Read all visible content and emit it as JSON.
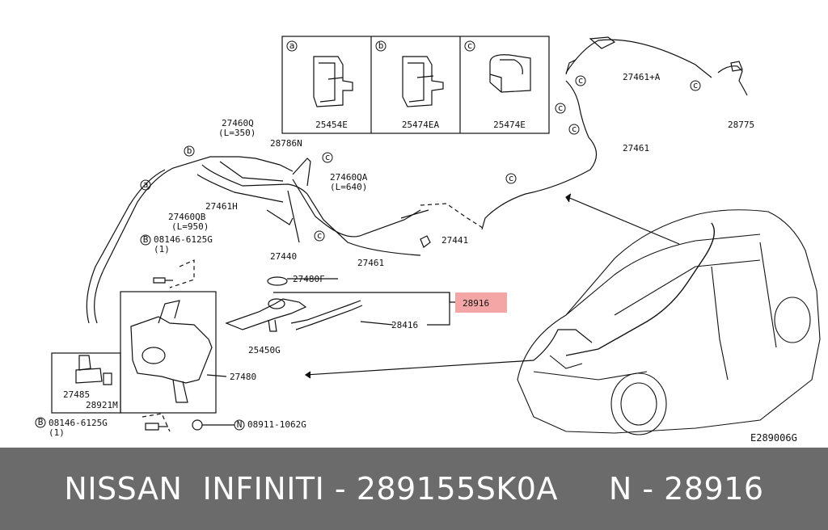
{
  "diagram_code": "E289006G",
  "footer_text": "NISSAN  INFINITI - 289155SK0A     N - 28916",
  "legend": [
    {
      "key": "a",
      "part": "25454E"
    },
    {
      "key": "b",
      "part": "25474EA"
    },
    {
      "key": "c",
      "part": "25474E"
    }
  ],
  "highlight": {
    "part": "28916",
    "color": "#f4a6a6"
  },
  "labels": {
    "p27461A": "27461+A",
    "p28775": "28775",
    "p27461_right": "27461",
    "p27460Q": "27460Q",
    "p27460Q_len": "(L=350)",
    "p28786N": "28786N",
    "p27460QA": "27460QA",
    "p27460QA_len": "(L=640)",
    "p27461H": "27461H",
    "p27460QB": "27460QB",
    "p27460QB_len": "(L=950)",
    "p08146_top": "08146-6125G",
    "p08146_top_qty": "(1)",
    "p27440": "27440",
    "p27461_mid": "27461",
    "p27441": "27441",
    "p27480F": "27480F",
    "p28416": "28416",
    "p25450G": "25450G",
    "p27480": "27480",
    "p27485": "27485",
    "p28921M": "28921M",
    "p08146_bot": "08146-6125G",
    "p08146_bot_qty": "(1)",
    "p08911": "08911-1062G"
  },
  "callouts": {
    "a": "a",
    "b": "b",
    "c": "c",
    "B": "B",
    "N": "N"
  }
}
